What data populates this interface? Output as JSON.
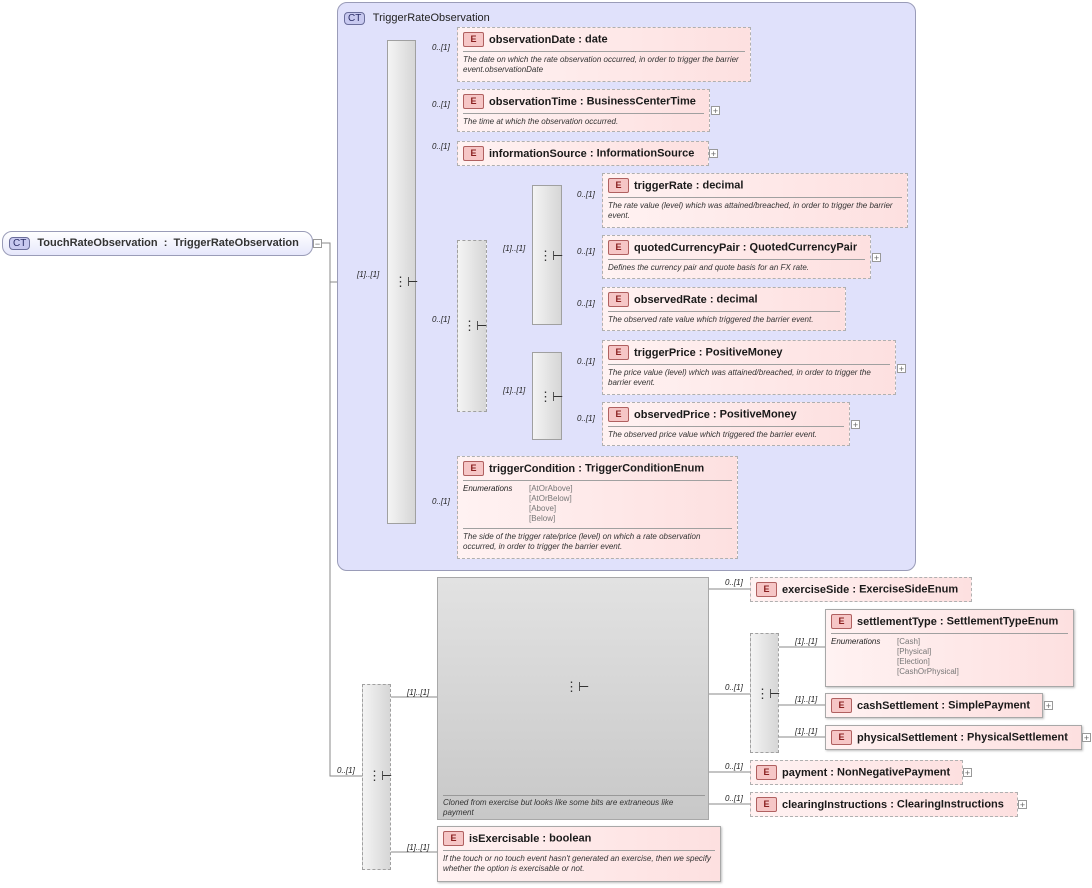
{
  "root": {
    "tag": "CT",
    "name": "TouchRateObservation",
    "type": "TriggerRateObservation"
  },
  "ct": {
    "tag": "CT",
    "title": "TriggerRateObservation"
  },
  "elements": {
    "observationDate": {
      "tag": "E",
      "name": "observationDate",
      "type": "date",
      "card": "0..[1]",
      "doc": "The date on which the rate observation occurred, in order to trigger the barrier event.observationDate"
    },
    "observationTime": {
      "tag": "E",
      "name": "observationTime",
      "type": "BusinessCenterTime",
      "card": "0..[1]",
      "doc": "The time at which the observation occurred."
    },
    "informationSource": {
      "tag": "E",
      "name": "informationSource",
      "type": "InformationSource",
      "card": "0..[1]"
    },
    "triggerRate": {
      "tag": "E",
      "name": "triggerRate",
      "type": "decimal",
      "card": "0..[1]",
      "doc": "The rate value (level) which was attained/breached, in order to trigger the barrier event."
    },
    "quotedCurrencyPair": {
      "tag": "E",
      "name": "quotedCurrencyPair",
      "type": "QuotedCurrencyPair",
      "card": "0..[1]",
      "doc": "Defines the currency pair and quote basis for an FX rate."
    },
    "observedRate": {
      "tag": "E",
      "name": "observedRate",
      "type": "decimal",
      "card": "0..[1]",
      "doc": "The observed rate value which triggered the barrier event."
    },
    "triggerPrice": {
      "tag": "E",
      "name": "triggerPrice",
      "type": "PositiveMoney",
      "card": "0..[1]",
      "doc": "The price value (level) which was attained/breached, in order to trigger the barrier event."
    },
    "observedPrice": {
      "tag": "E",
      "name": "observedPrice",
      "type": "PositiveMoney",
      "card": "0..[1]",
      "doc": "The observed price value which triggered the barrier event."
    },
    "triggerCondition": {
      "tag": "E",
      "name": "triggerCondition",
      "type": "TriggerConditionEnum",
      "card": "0..[1]",
      "enum_label": "Enumerations",
      "enums": [
        "[AtOrAbove]",
        "[AtOrBelow]",
        "[Above]",
        "[Below]"
      ],
      "doc": "The side of the trigger rate/price (level) on which a rate observation occurred, in order to trigger the barrier event."
    },
    "exerciseSide": {
      "tag": "E",
      "name": "exerciseSide",
      "type": "ExerciseSideEnum",
      "card": "0..[1]"
    },
    "settlementType": {
      "tag": "E",
      "name": "settlementType",
      "type": "SettlementTypeEnum",
      "card": "[1]..[1]",
      "enum_label": "Enumerations",
      "enums": [
        "[Cash]",
        "[Physical]",
        "[Election]",
        "[CashOrPhysical]"
      ]
    },
    "cashSettlement": {
      "tag": "E",
      "name": "cashSettlement",
      "type": "SimplePayment",
      "card": "[1]..[1]"
    },
    "physicalSettlement": {
      "tag": "E",
      "name": "physicalSettlement",
      "type": "PhysicalSettlement",
      "card": "[1]..[1]"
    },
    "payment": {
      "tag": "E",
      "name": "payment",
      "type": "NonNegativePayment",
      "card": "0..[1]"
    },
    "clearingInstructions": {
      "tag": "E",
      "name": "clearingInstructions",
      "type": "ClearingInstructions",
      "card": "0..[1]"
    },
    "isExercisable": {
      "tag": "E",
      "name": "isExercisable",
      "type": "boolean",
      "card": "[1]..[1]",
      "doc": "If the touch or no touch event hasn't generated an exercise, then we specify whether the option is exercisable or not."
    }
  },
  "cards": {
    "mainSeq": "[1]..[1]",
    "choice1": "0..[1]",
    "seqRate": "[1]..[1]",
    "seqPrice": "[1]..[1]",
    "lowerSeq": "0..[1]",
    "groupSeq": "[1]..[1]",
    "settleChoice": "0..[1]"
  },
  "group_note": "Cloned from exercise but looks like some bits are extraneous like payment"
}
